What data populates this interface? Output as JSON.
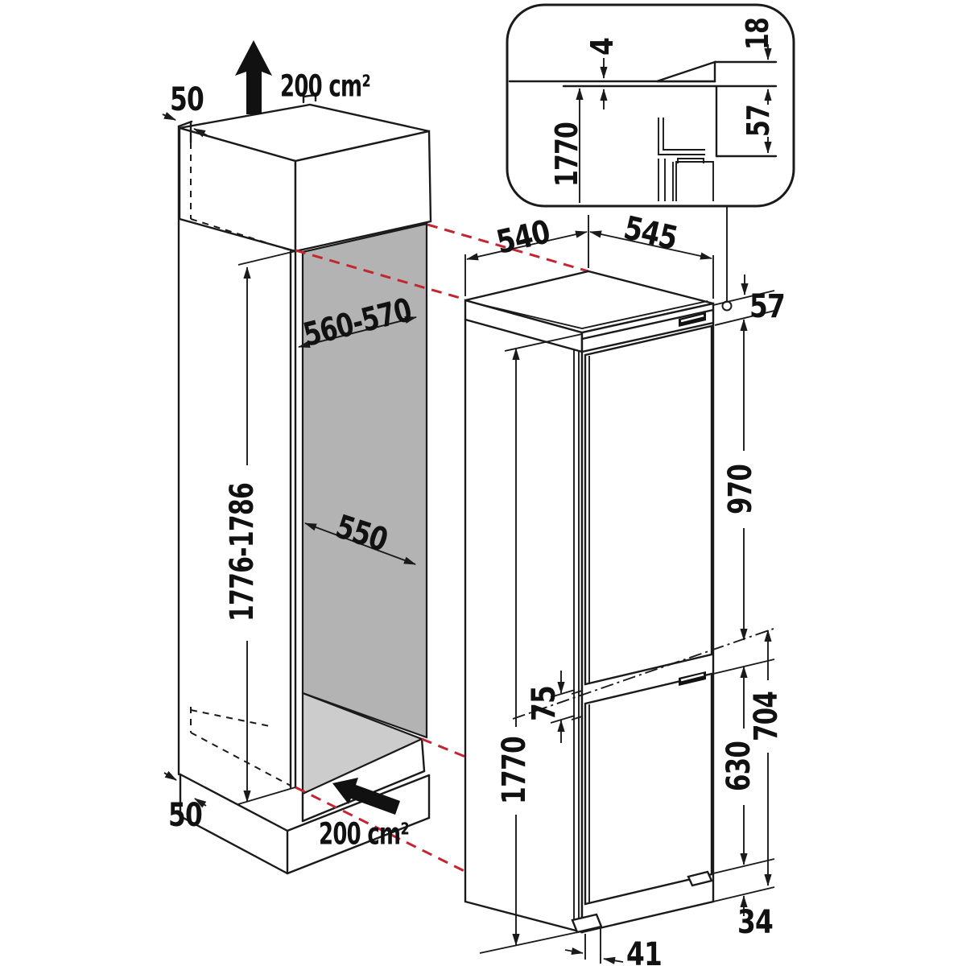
{
  "figure": {
    "niche": {
      "top_clearance": "50",
      "top_vent_area": "200 cm²",
      "width_range": "560-570",
      "floor_depth": "550",
      "height_range": "1776-1786",
      "bottom_clearance": "50",
      "bottom_vent_area": "200 cm²"
    },
    "appliance": {
      "top_depth": "540",
      "top_width": "545",
      "hinge_clearance": "57",
      "upper_door_height": "970",
      "door_gap": "75",
      "total_height": "1770",
      "lower_door_height": "630",
      "lower_section_height": "704",
      "plinth_recess": "34",
      "foot_setback": "41"
    },
    "inset": {
      "top_gap": "4",
      "panel_step": "18",
      "top_clearance": "57",
      "niche_height": "1770"
    },
    "colors": {
      "line": "#1a1a1a",
      "red_dashed": "#c32531",
      "panel_dark": "#b3b3b3",
      "panel_light": "#cccccc"
    }
  }
}
